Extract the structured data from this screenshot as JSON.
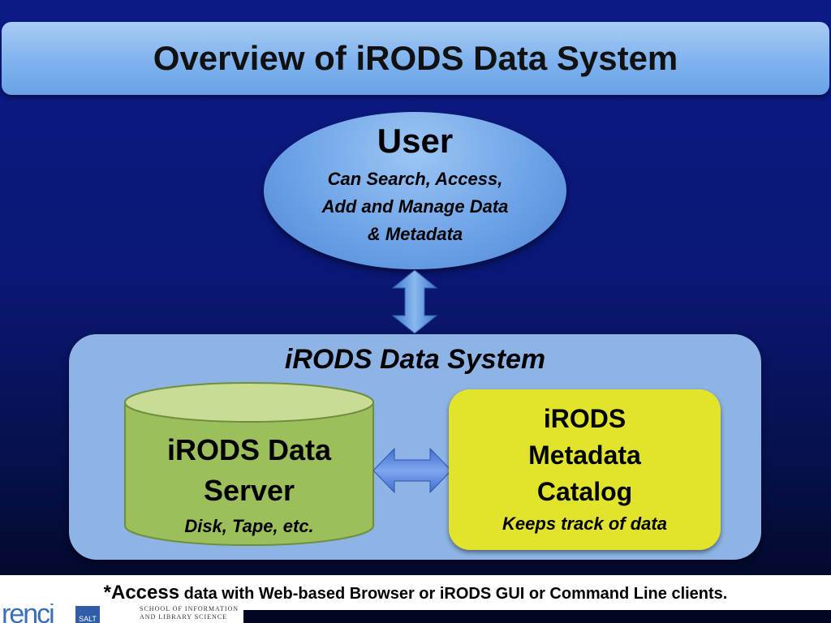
{
  "title": "Overview of iRODS Data System",
  "user": {
    "title": "User",
    "desc_lines": [
      "Can Search, Access,",
      "Add and Manage Data",
      "& Metadata"
    ]
  },
  "system": {
    "label": "iRODS Data System",
    "data_server": {
      "title_lines": [
        "iRODS Data",
        "Server"
      ],
      "subtitle": "Disk, Tape, etc."
    },
    "metadata_catalog": {
      "title_lines": [
        "iRODS",
        "Metadata",
        "Catalog"
      ],
      "subtitle": "Keeps track of data"
    }
  },
  "footer": {
    "emphasis": "*Access",
    "text": " data with Web-based Browser or iRODS GUI or Command Line clients."
  },
  "logos": {
    "renci": "renci",
    "salt": "SALT",
    "ils_lines": [
      "SCHOOL OF INFORMATION",
      "AND LIBRARY SCIENCE"
    ]
  },
  "colors": {
    "background": "#0a1774",
    "title_bar": "#7eb2ee",
    "user_ellipse": "#6aa0e6",
    "system_box": "#8db4e4",
    "cylinder_body": "#9cbf5c",
    "cylinder_top": "#c8dc96",
    "catalog_box": "#e2e42c",
    "arrow": "#5b93da"
  }
}
